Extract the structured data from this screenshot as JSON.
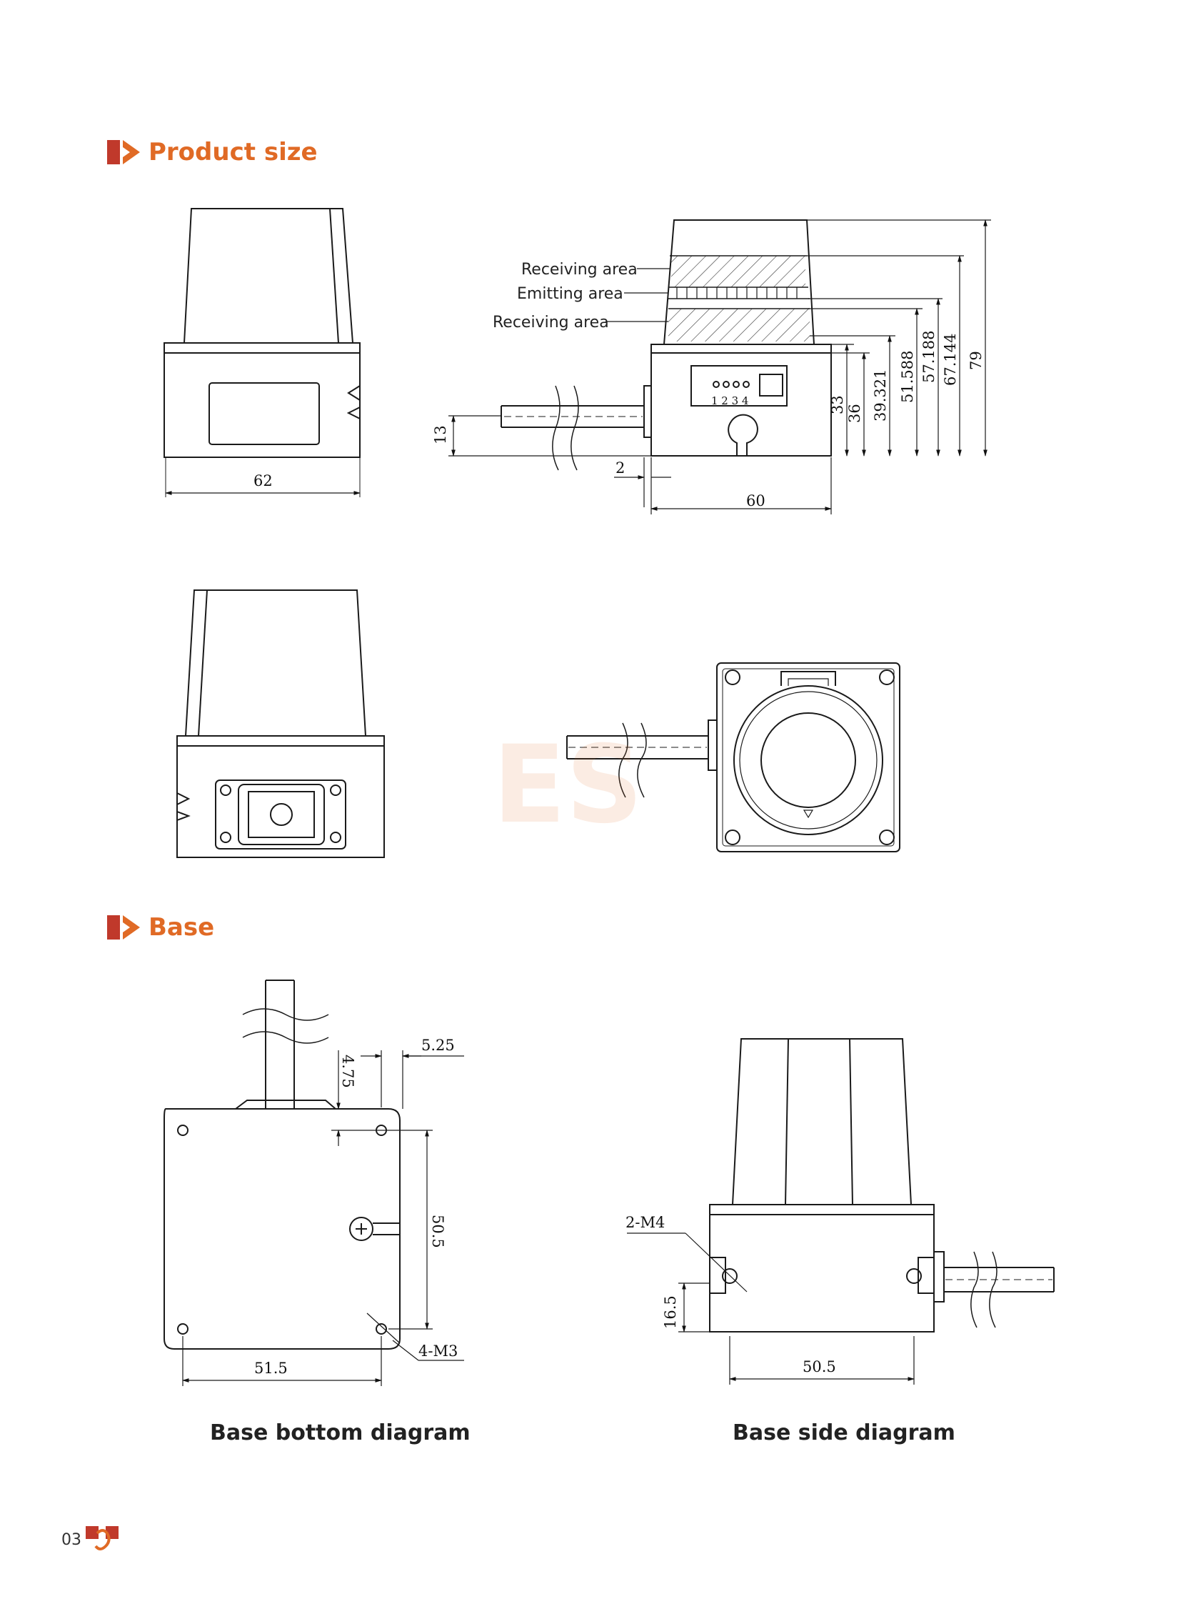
{
  "sections": {
    "product_size": "Product size",
    "base": "Base"
  },
  "areas": {
    "receiving_top": "Receiving area",
    "emitting": "Emitting area",
    "receiving_bottom": "Receiving area"
  },
  "led_numbers": "1 2 3 4",
  "dimensions": {
    "width_62": "62",
    "height_13": "13",
    "offset_2": "2",
    "depth_60": "60",
    "h_33": "33",
    "h_36": "36",
    "h_39_321": "39.321",
    "h_51_588": "51.588",
    "h_57_188": "57.188",
    "h_67_144": "67.144",
    "h_79": "79",
    "base_5_25": "5.25",
    "base_4_75": "4.75",
    "base_50_5_v": "50.5",
    "base_51_5": "51.5",
    "base_4_m3": "4-M3",
    "side_2_m4": "2-M4",
    "side_16_5": "16.5",
    "side_50_5": "50.5"
  },
  "captions": {
    "base_bottom": "Base bottom diagram",
    "base_side": "Base side diagram"
  },
  "footer": {
    "page_number": "03"
  },
  "colors": {
    "accent": "#e06a25",
    "accent_dark": "#c0392b",
    "line": "#1a1a1a"
  }
}
